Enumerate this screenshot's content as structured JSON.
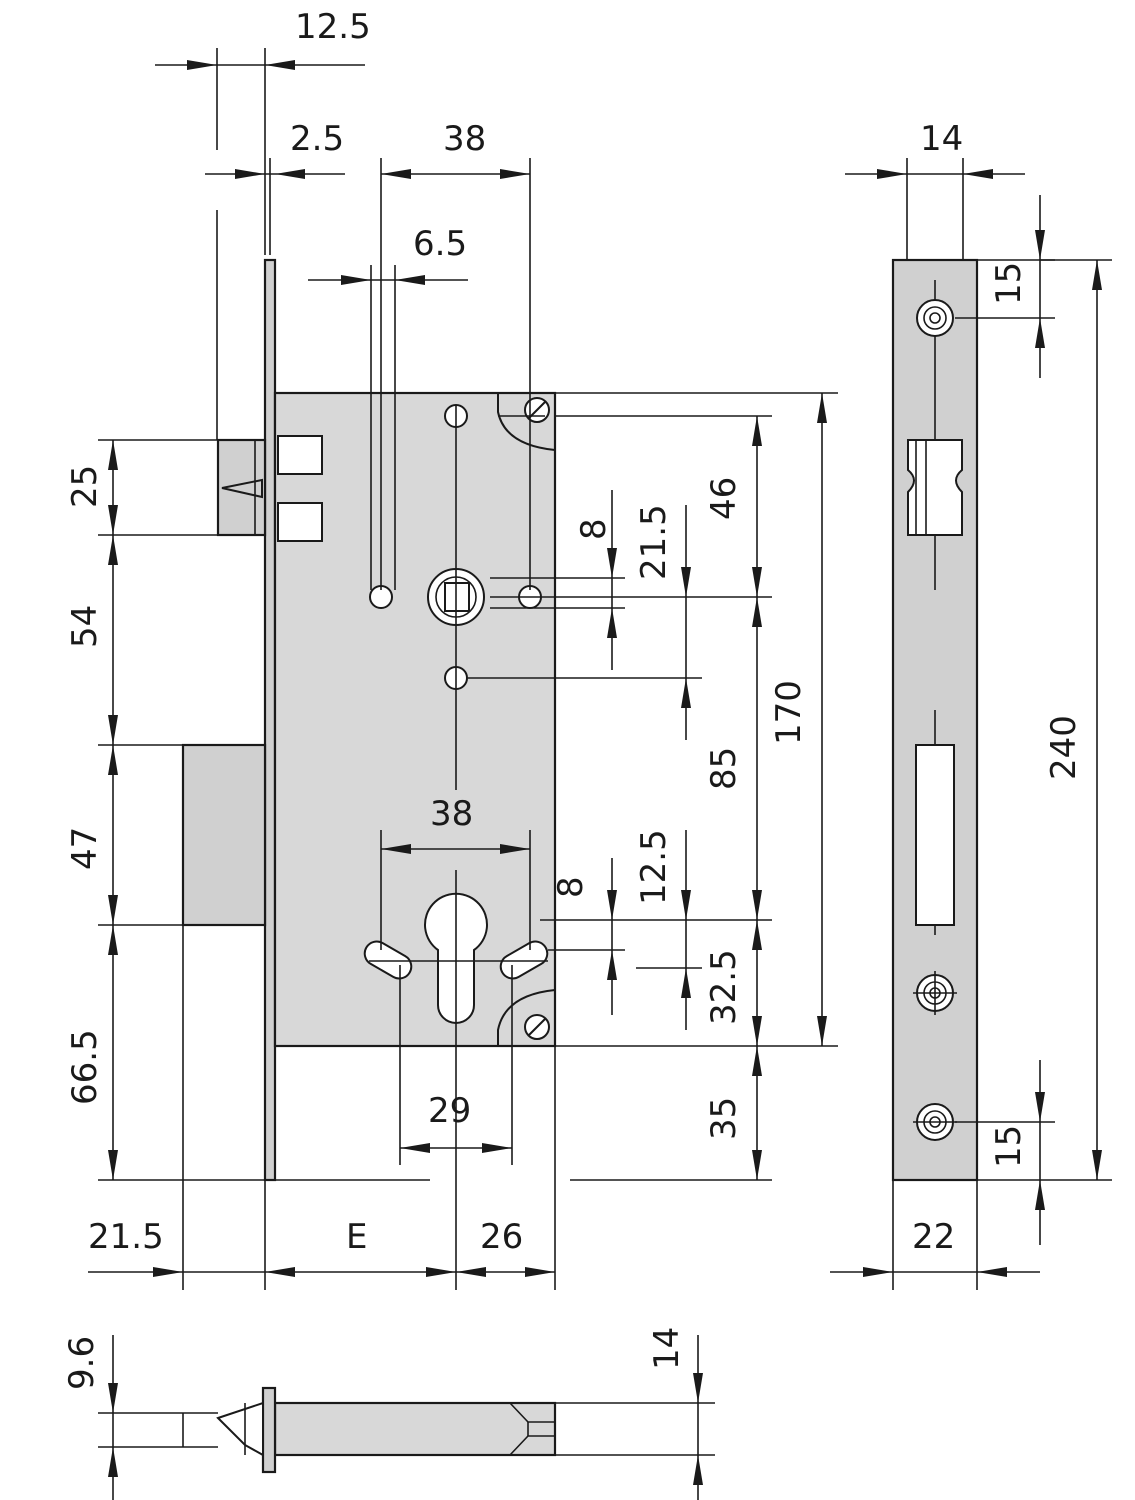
{
  "dimensions": {
    "d_12_5_top": "12.5",
    "d_2_5": "2.5",
    "d_38_top": "38",
    "d_6_5": "6.5",
    "d_14_side": "14",
    "d_15_top": "15",
    "d_25": "25",
    "d_54": "54",
    "d_47": "47",
    "d_66_5": "66.5",
    "d_8_upper": "8",
    "d_21_5": "21.5",
    "d_46": "46",
    "d_170": "170",
    "d_85": "85",
    "d_240": "240",
    "d_38_mid": "38",
    "d_8_lower": "8",
    "d_12_5_mid": "12.5",
    "d_32_5": "32.5",
    "d_35": "35",
    "d_29": "29",
    "d_15_bottom": "15",
    "d_21_5_bottom": "21.5",
    "d_E": "E",
    "d_26": "26",
    "d_22": "22",
    "d_9_6": "9.6",
    "d_14_bottom": "14"
  }
}
